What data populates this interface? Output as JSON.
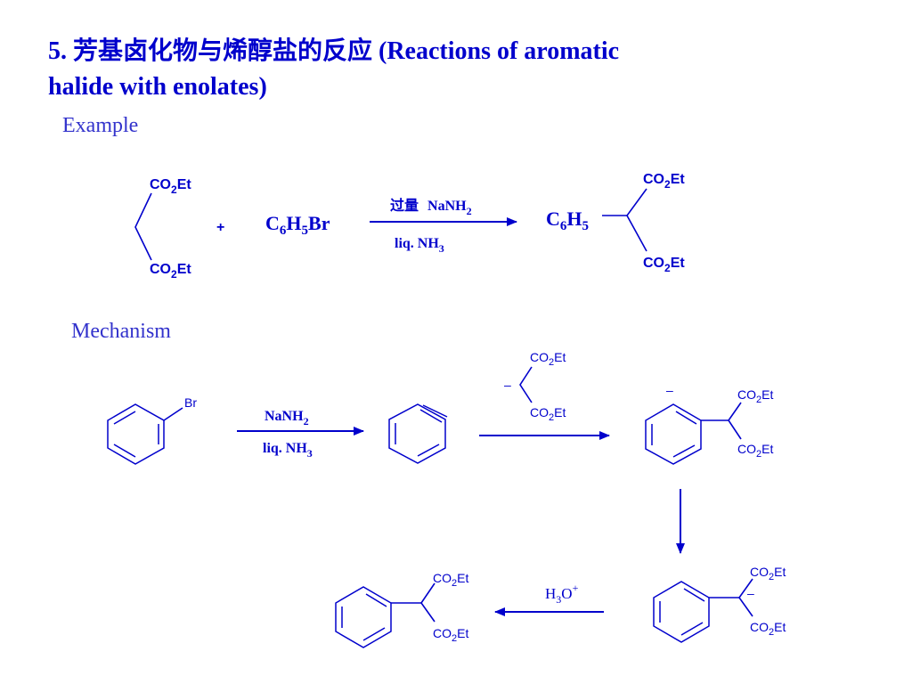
{
  "title": {
    "line1": "5.  芳基卤化物与烯醇盐的反应 (Reactions of aromatic",
    "line2": "halide with enolates)"
  },
  "sections": {
    "example": "Example",
    "mechanism": "Mechanism"
  },
  "example": {
    "ester": {
      "co2et": "CO",
      "sub2": "2",
      "et": "Et"
    },
    "plus": "+",
    "reagent": {
      "c": "C",
      "sub6": "6",
      "h": "H",
      "sub5": "5",
      "br": "Br"
    },
    "arrow_top": {
      "cn": "过量",
      "na": "NaNH",
      "sub": "2"
    },
    "arrow_bottom": {
      "text": "liq. NH",
      "sub": "3"
    },
    "product": {
      "c": "C",
      "sub6": "6",
      "h": "H",
      "sub5": "5"
    }
  },
  "mechanism": {
    "br": "Br",
    "step1_top": {
      "text": "NaNH",
      "sub": "2"
    },
    "step1_bottom": {
      "text": "liq. NH",
      "sub": "3"
    },
    "minus": "–",
    "h3o": {
      "h": "H",
      "sub": "3",
      "o": "O",
      "sup": "+"
    }
  }
}
